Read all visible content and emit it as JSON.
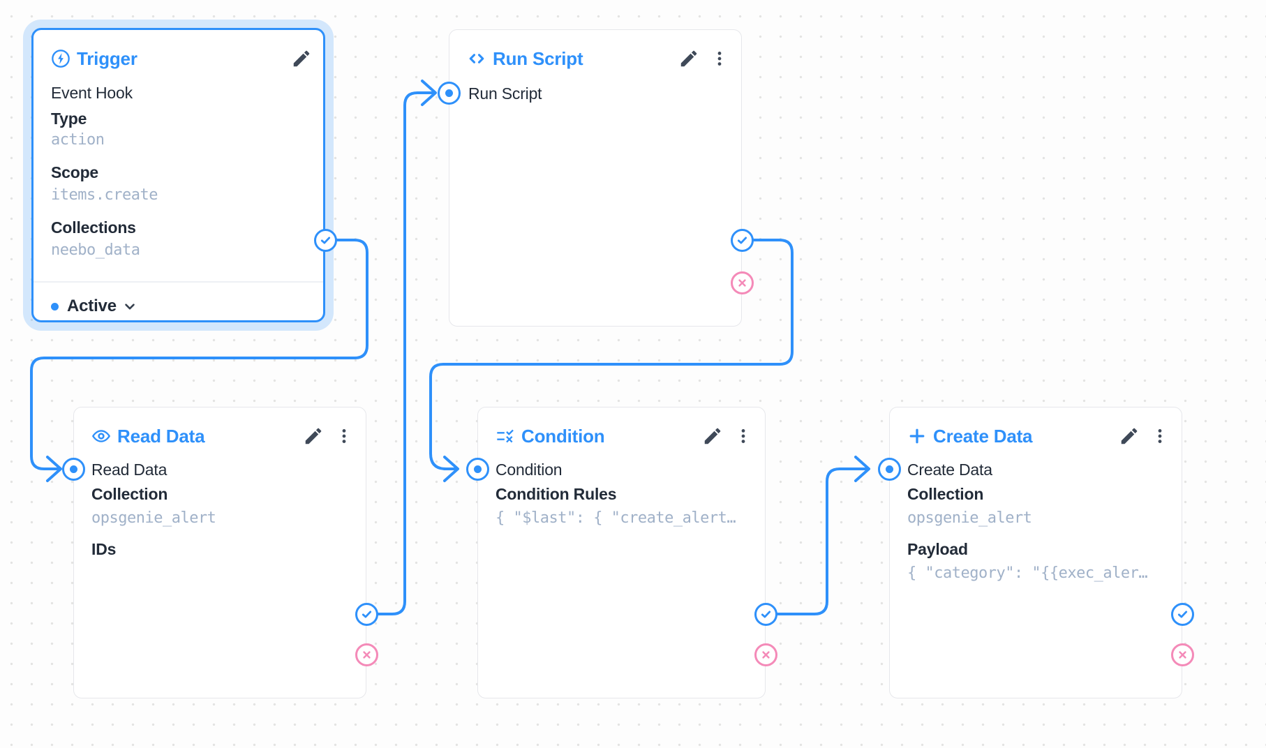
{
  "colors": {
    "accent_blue": "#2e90fa",
    "reject_pink": "#f48ab8",
    "selection_halo": "rgba(46,144,250,0.20)",
    "value_text": "#a0b1c8",
    "label_text": "#222b38",
    "card_border": "#e6e7eb",
    "canvas_dot": "#e3e3e2"
  },
  "nodes": {
    "trigger": {
      "title": "Trigger",
      "type_label": "Event Hook",
      "fields": [
        {
          "label": "Type",
          "value": "action"
        },
        {
          "label": "Scope",
          "value": "items.create"
        },
        {
          "label": "Collections",
          "value": "neebo_data"
        }
      ],
      "status": "Active"
    },
    "run_script": {
      "title": "Run Script",
      "input_label": "Run Script"
    },
    "read_data": {
      "title": "Read Data",
      "input_label": "Read Data",
      "fields": [
        {
          "label": "Collection",
          "value": "opsgenie_alert"
        },
        {
          "label": "IDs",
          "value": ""
        }
      ]
    },
    "condition": {
      "title": "Condition",
      "input_label": "Condition",
      "fields": [
        {
          "label": "Condition Rules",
          "value": "{ \"$last\": { \"create_alert…"
        }
      ]
    },
    "create_data": {
      "title": "Create Data",
      "input_label": "Create Data",
      "fields": [
        {
          "label": "Collection",
          "value": "opsgenie_alert"
        },
        {
          "label": "Payload",
          "value": "{ \"category\": \"{{exec_aler…"
        }
      ]
    }
  }
}
